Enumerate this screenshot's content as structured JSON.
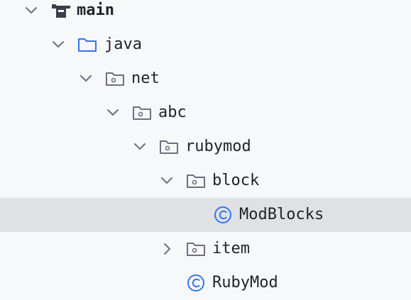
{
  "project_tree": {
    "nodes": [
      {
        "label": "main",
        "bold": true,
        "icon": "module-folder-icon",
        "expanded": true
      },
      {
        "label": "java",
        "icon": "source-folder-icon",
        "expanded": true
      },
      {
        "label": "net",
        "icon": "package-icon",
        "expanded": true
      },
      {
        "label": "abc",
        "icon": "package-icon",
        "expanded": true
      },
      {
        "label": "rubymod",
        "icon": "package-icon",
        "expanded": true
      },
      {
        "label": "block",
        "icon": "package-icon",
        "expanded": true
      },
      {
        "label": "ModBlocks",
        "icon": "class-icon",
        "selected": true
      },
      {
        "label": "item",
        "icon": "package-icon",
        "expanded": false
      },
      {
        "label": "RubyMod",
        "icon": "class-icon"
      }
    ]
  },
  "colors": {
    "background": "#f7f8fa",
    "selection": "#dfe1e5",
    "folder_blue": "#3574f0",
    "package_gray": "#6c707e",
    "class_blue": "#3574f0",
    "text": "#1f2329"
  }
}
